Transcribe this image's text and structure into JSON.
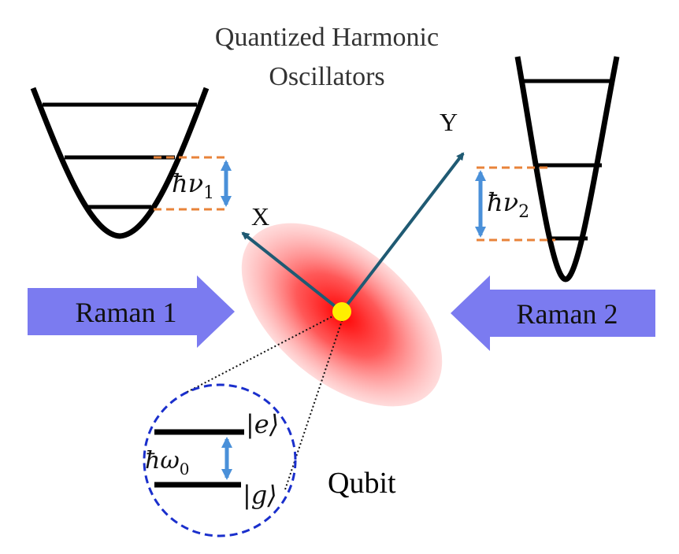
{
  "title": {
    "line1": "Quantized Harmonic",
    "line2": "Oscillators"
  },
  "beams": {
    "left_label": "Raman 1",
    "right_label": "Raman 2",
    "color": "#7b7bf0"
  },
  "axes": {
    "x_label": "X",
    "y_label": "Y",
    "color": "#1f5a73"
  },
  "oscillators": {
    "left_spacing_label": "ħν",
    "left_spacing_sub": "1",
    "right_spacing_label": "ħν",
    "right_spacing_sub": "2",
    "dashed_color": "#e8833a",
    "spacing_arrow_color": "#4a90d9"
  },
  "ion": {
    "cloud_color": "#ff1a1a",
    "ion_color": "#ffee00"
  },
  "qubit": {
    "label": "Qubit",
    "excited_state": "|e⟩",
    "ground_state": "|g⟩",
    "gap_label": "ħω",
    "gap_sub": "0",
    "circle_color": "#1a2fcc"
  }
}
